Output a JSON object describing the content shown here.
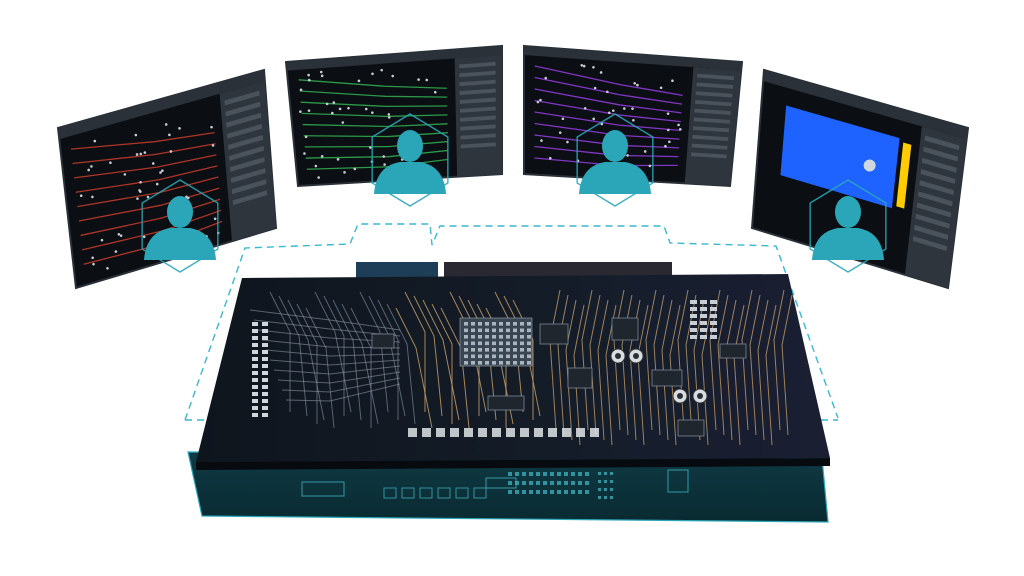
{
  "scene": {
    "background": "#ffffff",
    "accent": "#2aa6b8",
    "dash_color": "#39b8cf",
    "board_dark": "#101823",
    "board_base": "#0c2a33",
    "trace_gold": "#c9a36b",
    "trace_light": "#e8eef2"
  },
  "monitors": [
    {
      "id": "monitor-1",
      "view": "pcb-red-traces",
      "trace_color": "#c03a2b"
    },
    {
      "id": "monitor-2",
      "view": "pcb-green-traces",
      "trace_color": "#2fa84f"
    },
    {
      "id": "monitor-3",
      "view": "pcb-purple-traces",
      "trace_color": "#8e3bd8"
    },
    {
      "id": "monitor-4",
      "view": "thermal-map",
      "fill_color": "#1e63ff"
    }
  ],
  "users": [
    {
      "icon": "user-silhouette-icon"
    },
    {
      "icon": "user-silhouette-icon"
    },
    {
      "icon": "user-silhouette-icon"
    },
    {
      "icon": "user-silhouette-icon"
    }
  ]
}
